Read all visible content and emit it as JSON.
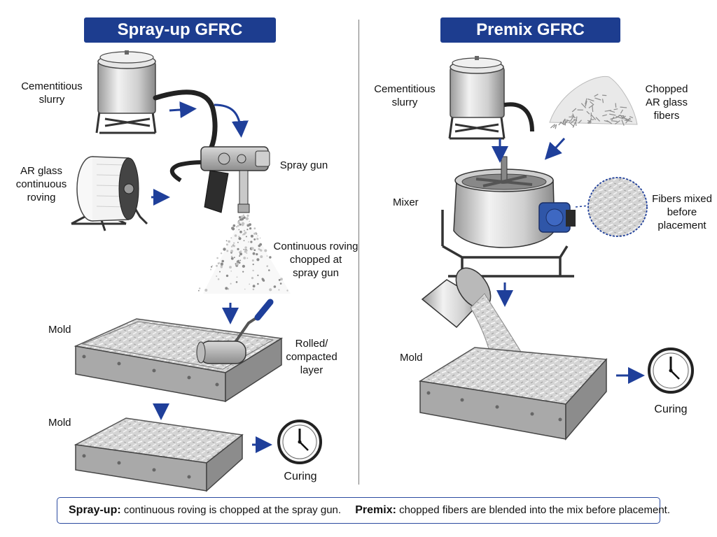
{
  "colors": {
    "title_bg": "#1d3d8f",
    "arrow": "#1f3f9a",
    "caption_border": "#2a4aa0"
  },
  "left": {
    "title": "Spray-up GFRC",
    "labels": {
      "slurry": [
        "Cementitious",
        "slurry"
      ],
      "roving": [
        "AR glass",
        "continuous",
        "roving"
      ],
      "spray_gun": "Spray gun",
      "chopped_note": [
        "Continuous roving",
        "chopped at",
        "spray gun"
      ],
      "mold_1": "Mold",
      "rolled": [
        "Rolled/",
        "compacted",
        "layer"
      ],
      "mold_2": "Mold",
      "curing": "Curing"
    }
  },
  "right": {
    "title": "Premix GFRC",
    "labels": {
      "slurry": [
        "Cementitious",
        "slurry"
      ],
      "fibers": [
        "Chopped",
        "AR glass",
        "fibers"
      ],
      "mixer": "Mixer",
      "fibers_mixed": [
        "Fibers mixed",
        "before",
        "placement"
      ],
      "mold": "Mold",
      "curing": "Curing"
    }
  },
  "caption": {
    "spray_label": "Spray-up:",
    "spray_text": "continuous roving is chopped at the spray gun.",
    "premix_label": "Premix:",
    "premix_text": "chopped fibers are blended into the mix before placement."
  },
  "icons": [
    "slurry-tank-icon",
    "roving-spool-icon",
    "spray-gun-icon",
    "roller-icon",
    "mold-icon",
    "clock-icon",
    "fiber-pile-icon",
    "mixer-icon",
    "bucket-icon",
    "arrow-icon"
  ]
}
